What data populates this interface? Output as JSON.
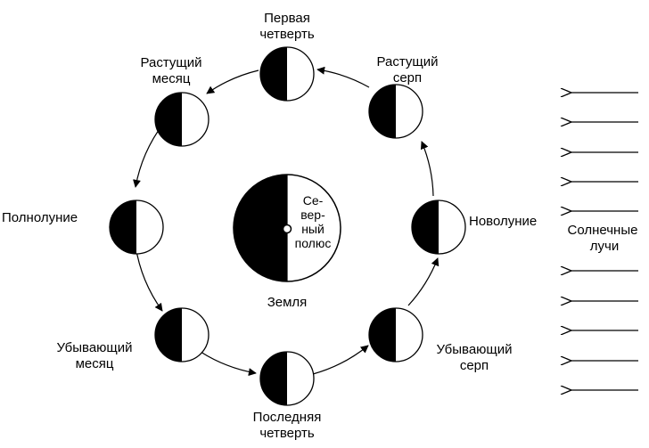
{
  "phases": {
    "first_quarter": [
      "Первая",
      "четверть"
    ],
    "waxing_crescent": [
      "Растущий",
      "серп"
    ],
    "new_moon": "Новолуние",
    "waning_crescent": [
      "Убывающий",
      "серп"
    ],
    "last_quarter": [
      "Последняя",
      "четверть"
    ],
    "waning_gibbous": [
      "Убывающий",
      "месяц"
    ],
    "full_moon": "Полнолуние",
    "waxing_gibbous": [
      "Растущий",
      "месяц"
    ]
  },
  "earth": {
    "label": "Земля",
    "north_pole": [
      "Се-",
      "вер-",
      "ный",
      "полюс"
    ]
  },
  "sun_rays_label": [
    "Солнечные",
    "лучи"
  ],
  "colors": {
    "ink": "#000000",
    "paper": "#ffffff"
  }
}
